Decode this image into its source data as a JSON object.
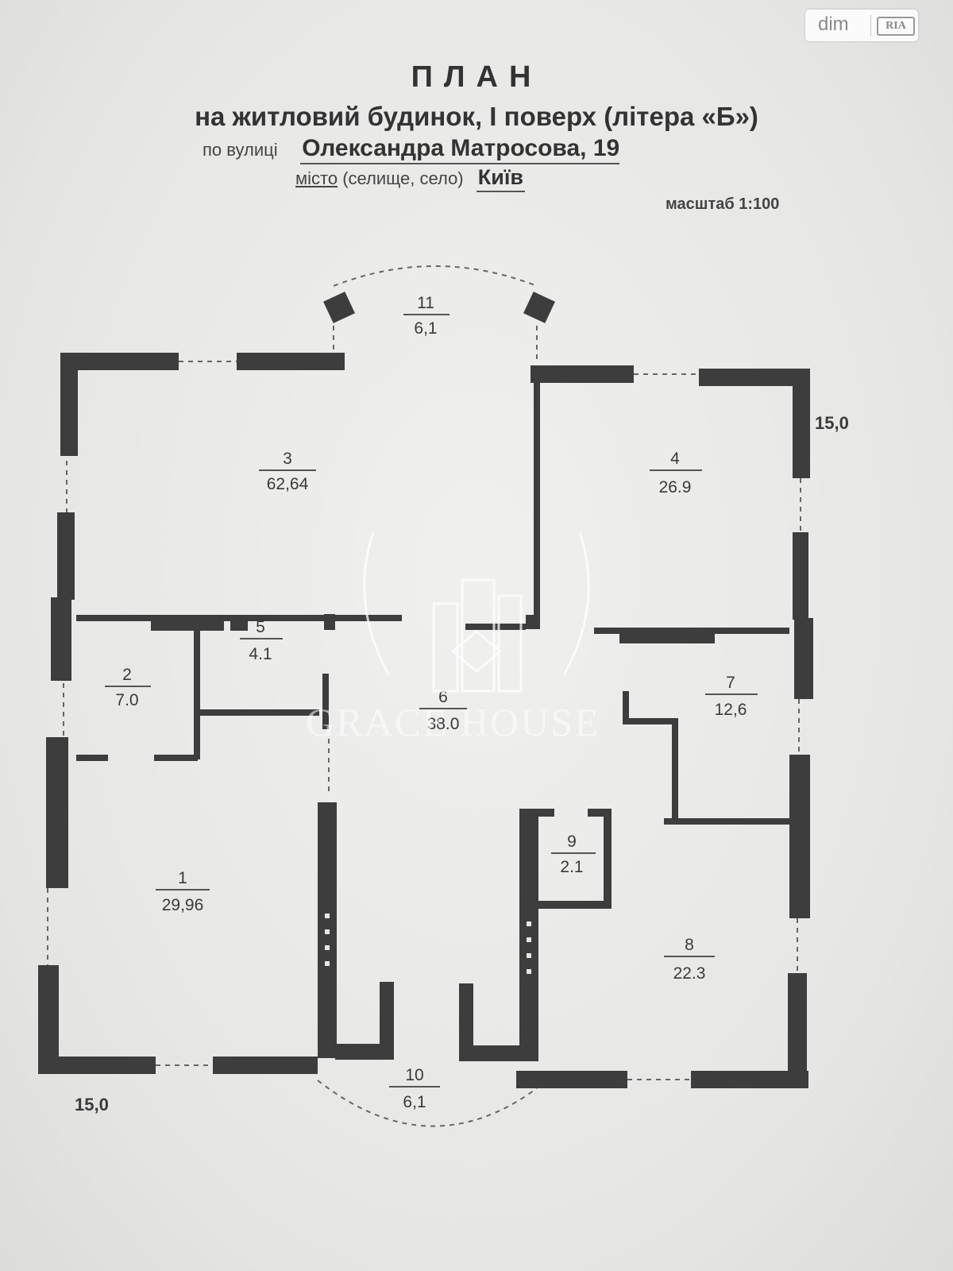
{
  "header": {
    "title": "ПЛАН",
    "subtitle": "на житловий будинок, І поверх (літера «Б»)",
    "street_label": "по вулиці",
    "street_value": "Олександра Матросова, 19",
    "city_label_underlined": "місто",
    "city_label_rest": "(селище, село)",
    "city_value": "Київ",
    "scale": "масштаб 1:100"
  },
  "logo": {
    "left": "dim",
    "right": "RIA"
  },
  "watermark": {
    "text": "GRACE HOUSE"
  },
  "dimensions": {
    "right": "15,0",
    "bottom": "15,0"
  },
  "rooms": [
    {
      "number": "1",
      "area": "29,96"
    },
    {
      "number": "2",
      "area": "7.0"
    },
    {
      "number": "3",
      "area": "62,64"
    },
    {
      "number": "4",
      "area": "26.9"
    },
    {
      "number": "5",
      "area": "4.1"
    },
    {
      "number": "6",
      "area": "38.0"
    },
    {
      "number": "7",
      "area": "12,6"
    },
    {
      "number": "8",
      "area": "22.3"
    },
    {
      "number": "9",
      "area": "2.1"
    },
    {
      "number": "10",
      "area": "6,1"
    },
    {
      "number": "11",
      "area": "6,1"
    }
  ]
}
